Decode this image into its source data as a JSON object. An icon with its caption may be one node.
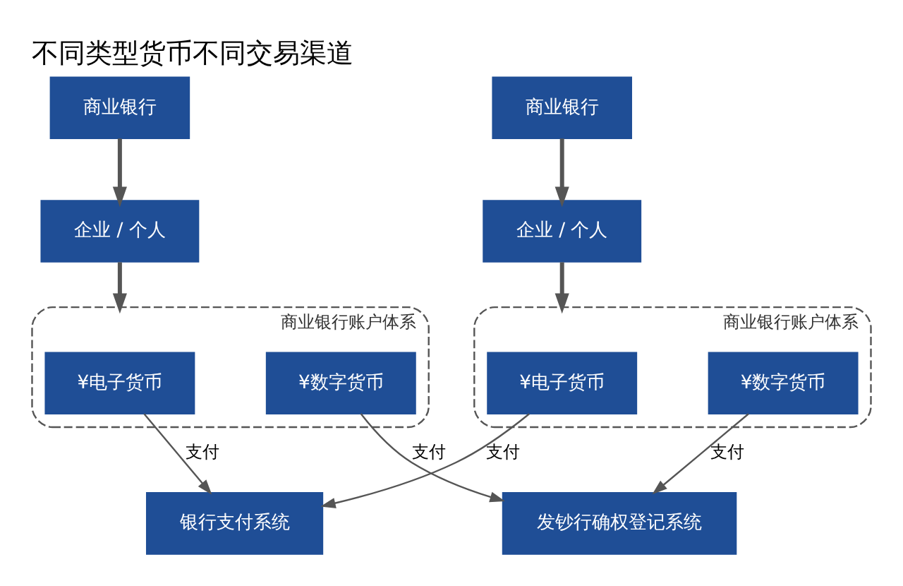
{
  "diagram": {
    "title": "不同类型货币不同交易渠道",
    "nodes": [
      {
        "text": [
          "商业银行"
        ]
      },
      {
        "text": [
          "企业 / 个人"
        ]
      },
      {
        "text": [
          "商业银行账户体系"
        ]
      },
      {
        "text": [
          "¥电子货币"
        ],
        "in": 2
      },
      {
        "text": [
          "¥数字货币"
        ],
        "in": 2
      },
      {
        "text": [
          "商业银行"
        ]
      },
      {
        "text": [
          "企业 / 个人"
        ]
      },
      {
        "text": [
          "商业银行账户体系"
        ]
      },
      {
        "text": [
          "¥电子货币"
        ],
        "in": 7
      },
      {
        "text": [
          "¥数字货币"
        ],
        "in": 7
      },
      {
        "text": [
          "银行支付系统"
        ]
      },
      {
        "text": [
          "发钞行确权登记系统"
        ]
      }
    ],
    "edges": [
      {
        "from": 0,
        "to": 1,
        "arrow": "to",
        "style": "thick"
      },
      {
        "from": 1,
        "to": 2,
        "arrow": "to",
        "style": "thick"
      },
      {
        "from": 5,
        "to": 6,
        "arrow": "to",
        "style": "thick"
      },
      {
        "from": 6,
        "to": 7,
        "arrow": "to",
        "style": "thick"
      },
      {
        "from": 3,
        "to": 10,
        "arrow": "to",
        "label": "支付"
      },
      {
        "from": 8,
        "to": 10,
        "arrow": "to",
        "label": "支付"
      },
      {
        "from": 4,
        "to": 11,
        "arrow": "to",
        "label": "支付"
      },
      {
        "from": 9,
        "to": 11,
        "arrow": "to",
        "label": "支付"
      }
    ]
  }
}
